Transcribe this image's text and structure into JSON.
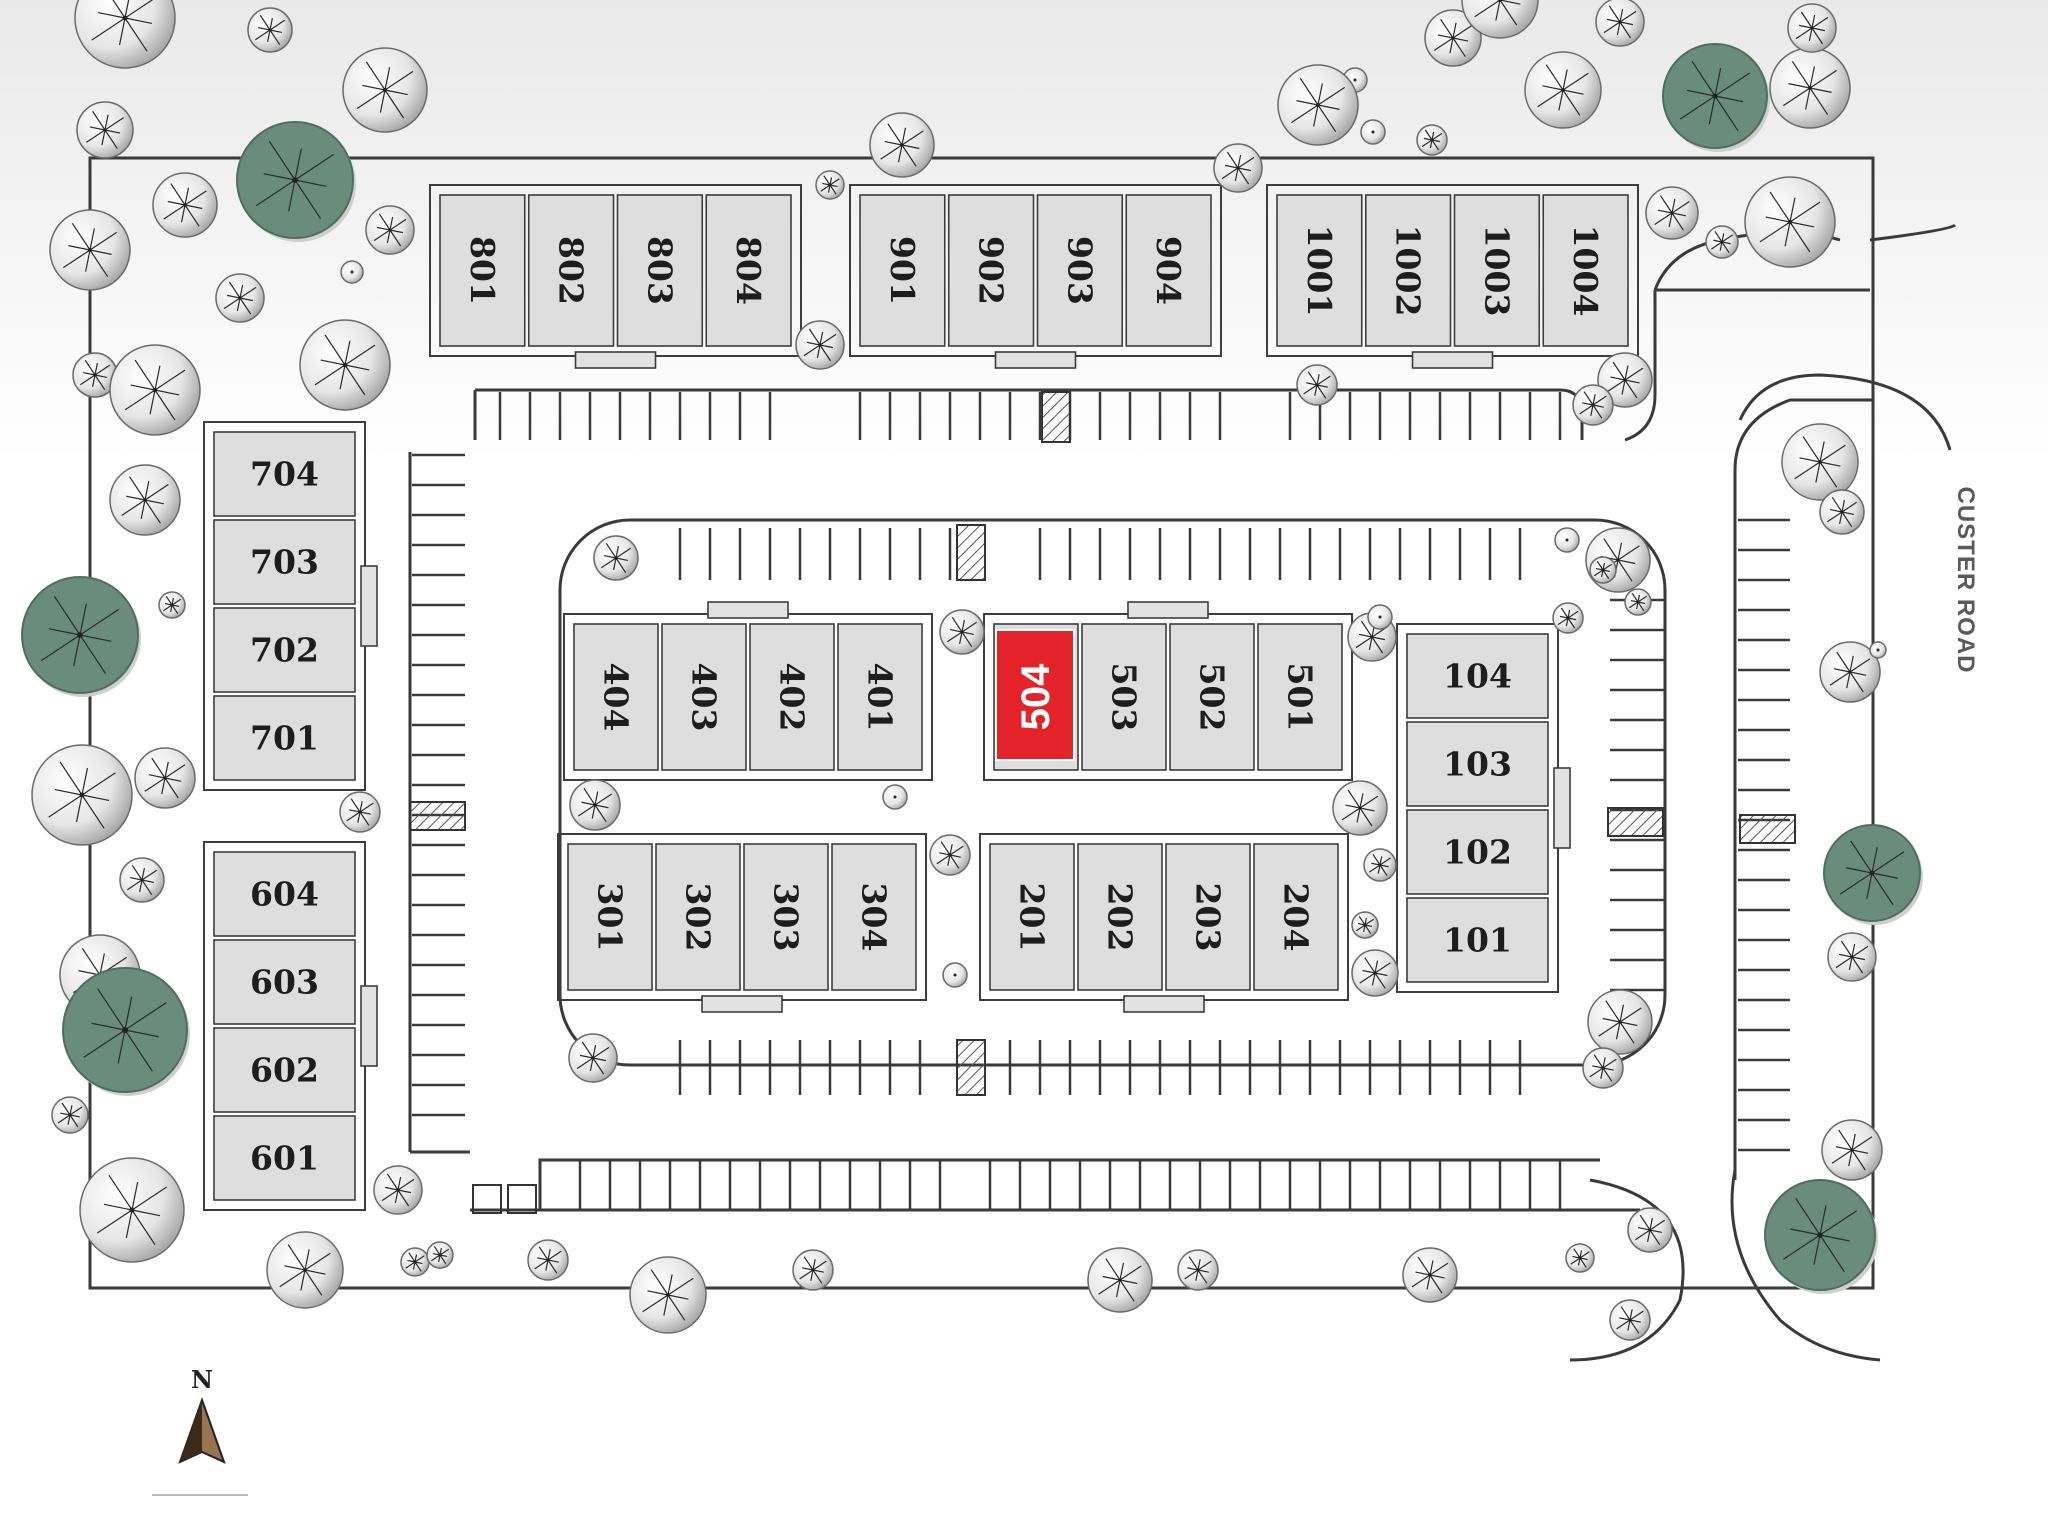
{
  "title": "",
  "road_label": "CUSTER ROAD",
  "north_label": "N",
  "highlight_unit": "504",
  "colors": {
    "highlight": "#e3222a",
    "tree_green": "#6a8c7b",
    "building": "#e2e2e2",
    "line": "#3a3a3a"
  },
  "buildings": [
    {
      "id": "building-800",
      "units": [
        "801",
        "802",
        "803",
        "804"
      ]
    },
    {
      "id": "building-900",
      "units": [
        "901",
        "902",
        "903",
        "904"
      ]
    },
    {
      "id": "building-1000",
      "units": [
        "1001",
        "1002",
        "1003",
        "1004"
      ]
    },
    {
      "id": "building-700",
      "units": [
        "704",
        "703",
        "702",
        "701"
      ]
    },
    {
      "id": "building-600",
      "units": [
        "604",
        "603",
        "602",
        "601"
      ]
    },
    {
      "id": "building-400",
      "units": [
        "404",
        "403",
        "402",
        "401"
      ]
    },
    {
      "id": "building-500",
      "units": [
        "504",
        "503",
        "502",
        "501"
      ]
    },
    {
      "id": "building-300",
      "units": [
        "301",
        "302",
        "303",
        "304"
      ]
    },
    {
      "id": "building-200",
      "units": [
        "201",
        "202",
        "203",
        "204"
      ]
    },
    {
      "id": "building-100",
      "units": [
        "104",
        "103",
        "102",
        "101"
      ]
    }
  ]
}
